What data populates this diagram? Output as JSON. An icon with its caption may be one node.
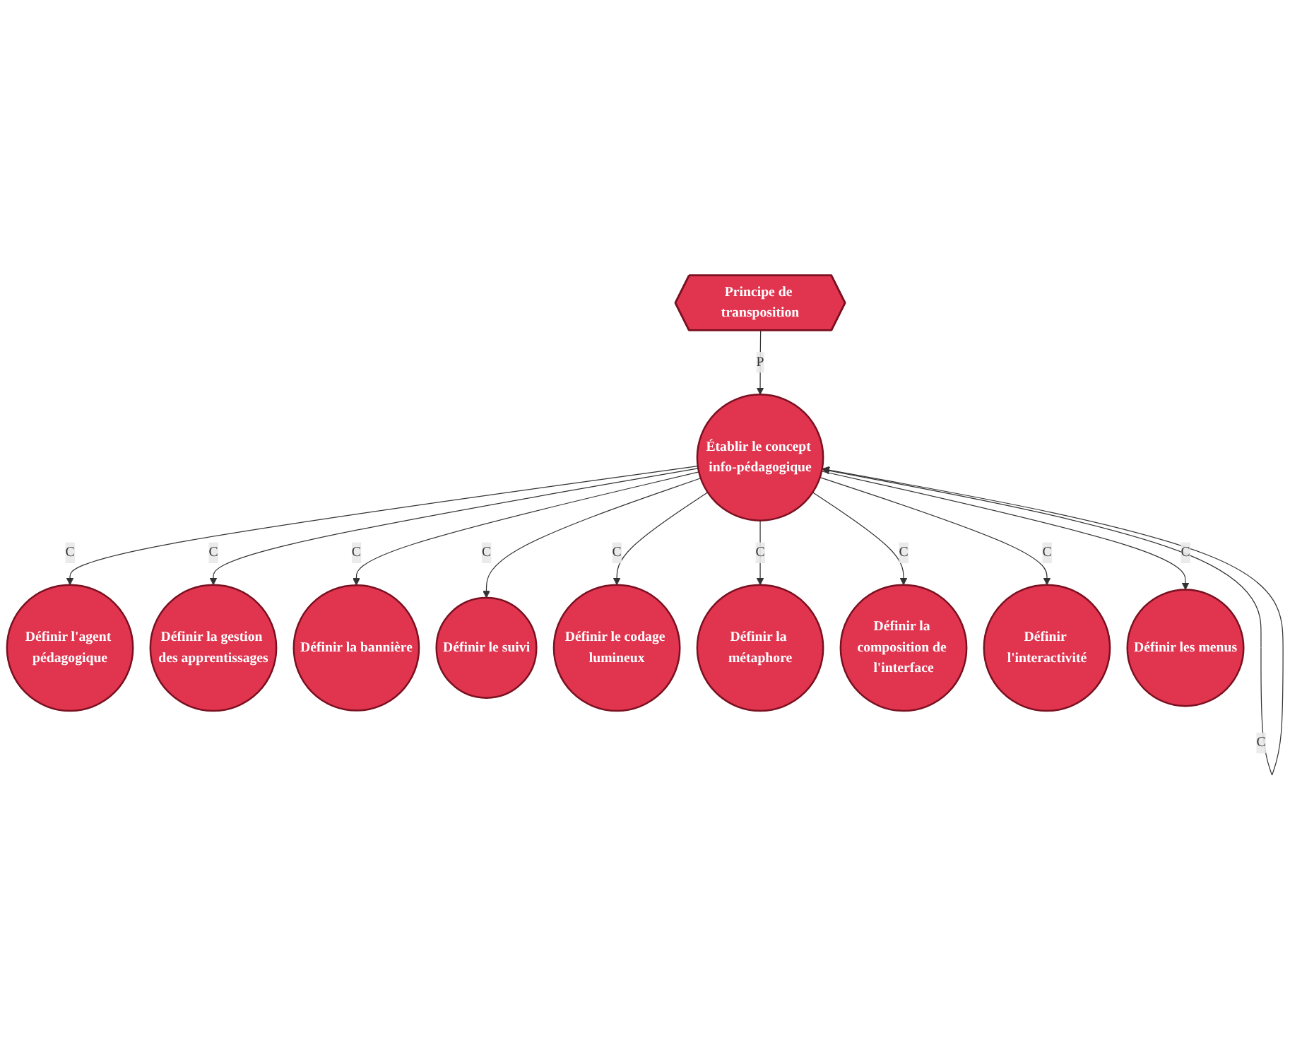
{
  "diagram": {
    "nodes": [
      {
        "text": [
          "Définir l'agent pédagogique"
        ]
      },
      {
        "text": [
          "Principe de transposition"
        ]
      },
      {
        "text": [
          "Définir la gestion des apprentissages"
        ]
      },
      {
        "text": [
          "Définir la bannière"
        ]
      },
      {
        "text": [
          "Définir le suivi"
        ]
      },
      {
        "text": [
          "Établir le concept info-pédagogique"
        ]
      },
      {
        "text": [
          "Définir le codage lumineux"
        ]
      },
      {
        "text": [
          "Définir la métaphore"
        ]
      },
      {
        "text": [
          "Définir la composition de l'interface"
        ]
      },
      {
        "text": [
          "Définir l'interactivité"
        ]
      },
      {
        "text": [
          "Définir les menus"
        ]
      }
    ],
    "edges": [
      {
        "from": 5,
        "to": 0,
        "arrow": "to",
        "label": "C"
      },
      {
        "from": 5,
        "to": 5,
        "arrow": "both",
        "label": "C"
      },
      {
        "from": 1,
        "to": 5,
        "arrow": "to",
        "label": "P"
      },
      {
        "from": 5,
        "to": 2,
        "arrow": "to",
        "label": "C"
      },
      {
        "from": 5,
        "to": 3,
        "arrow": "to",
        "label": "C"
      },
      {
        "from": 5,
        "to": 4,
        "arrow": "to",
        "label": "C"
      },
      {
        "from": 5,
        "to": 6,
        "arrow": "to",
        "label": "C"
      },
      {
        "from": 5,
        "to": 7,
        "arrow": "to",
        "label": "C"
      },
      {
        "from": 5,
        "to": 8,
        "arrow": "to",
        "label": "C"
      },
      {
        "from": 5,
        "to": 9,
        "arrow": "to",
        "label": "C"
      },
      {
        "from": 5,
        "to": 10,
        "arrow": "to",
        "label": "C"
      }
    ]
  }
}
